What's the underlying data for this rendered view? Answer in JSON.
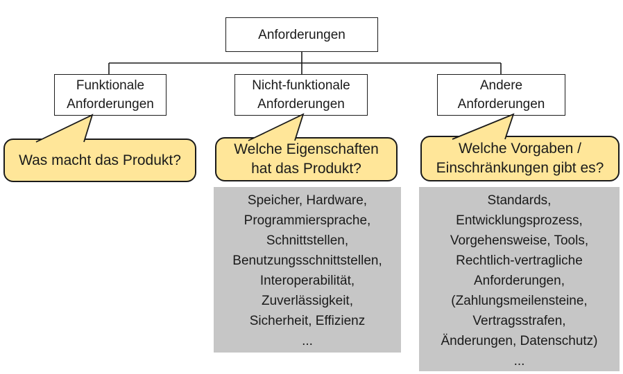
{
  "diagram": {
    "title": "Anforderungen (requirements taxonomy)",
    "root": {
      "label": "Anforderungen"
    },
    "branches": [
      {
        "node_label": "Funktionale\nAnforderungen",
        "question": "Was macht das Produkt?",
        "examples": ""
      },
      {
        "node_label": "Nicht-funktionale\nAnforderungen",
        "question": "Welche Eigenschaften\nhat das Produkt?",
        "examples": "Speicher, Hardware,\nProgrammiersprache,\nSchnittstellen,\nBenutzungsschnittstellen,\nInteroperabilität,\nZuverlässigkeit,\nSicherheit, Effizienz\n..."
      },
      {
        "node_label": "Andere\nAnforderungen",
        "question": "Welche Vorgaben /\nEinschränkungen gibt es?",
        "examples": "Standards,\nEntwicklungsprozess,\nVorgehensweise, Tools,\nRechtlich-vertragliche\nAnforderungen,\n(Zahlungsmeilensteine,\nVertragsstrafen,\nÄnderungen, Datenschutz)\n..."
      }
    ],
    "colors": {
      "bubble_fill": "#FFE699",
      "examples_fill": "#C6C6C6",
      "line": "#1A1A1A",
      "background": "#FFFFFF"
    }
  }
}
